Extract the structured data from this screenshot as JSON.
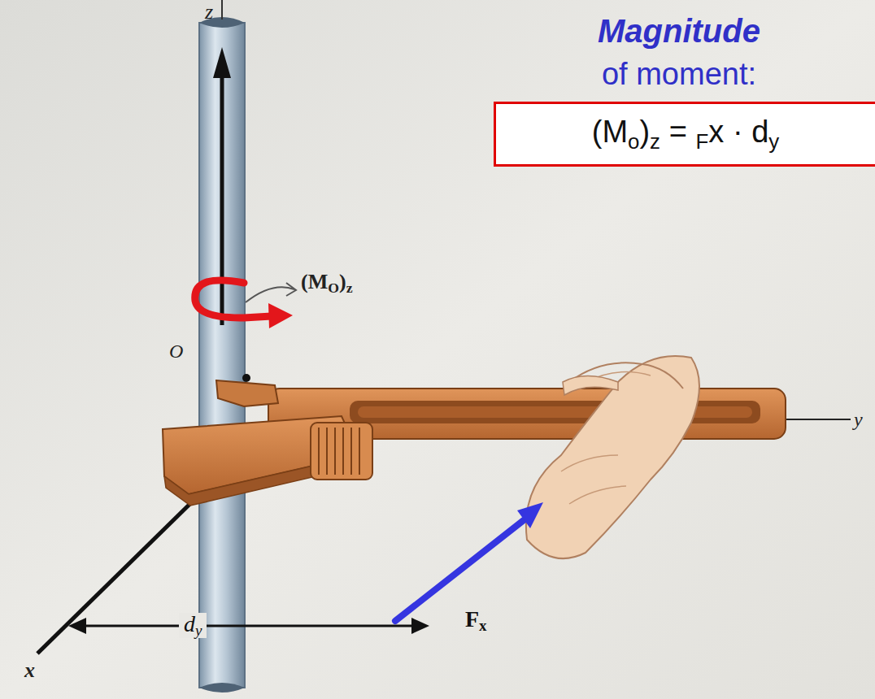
{
  "diagram": {
    "nodes": [
      {
        "text": [
          "(M",
          "o",
          ")",
          "z",
          "=",
          "F",
          "x",
          "·",
          "d",
          "y"
        ]
      }
    ],
    "labels": [
      "Magnitude",
      "of moment:",
      "z",
      "(M",
      "O",
      ")",
      "z",
      "O",
      "y",
      "x",
      "d",
      "y",
      "F",
      "x"
    ]
  }
}
